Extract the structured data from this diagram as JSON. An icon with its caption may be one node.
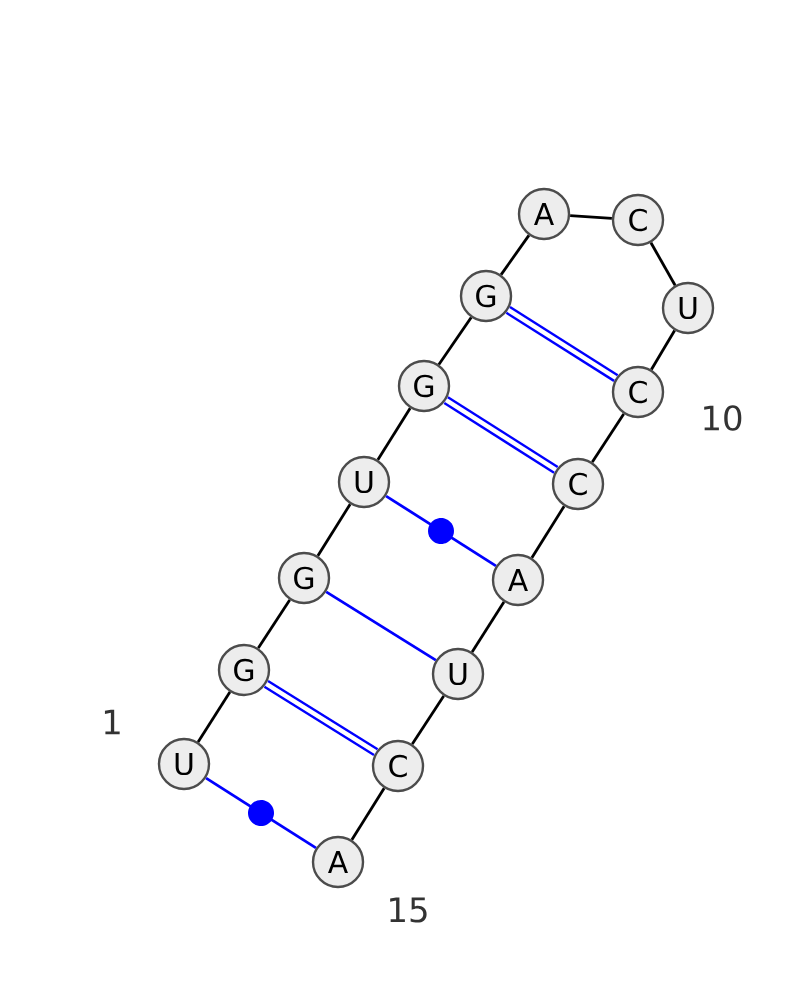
{
  "diagram": {
    "nodes": [
      {
        "text": [
          "U"
        ]
      },
      {
        "text": [
          "G"
        ]
      },
      {
        "text": [
          "G"
        ]
      },
      {
        "text": [
          "U"
        ]
      },
      {
        "text": [
          "G"
        ]
      },
      {
        "text": [
          "G"
        ]
      },
      {
        "text": [
          "A"
        ]
      },
      {
        "text": [
          "C"
        ]
      },
      {
        "text": [
          "U"
        ]
      },
      {
        "text": [
          "C"
        ]
      },
      {
        "text": [
          "C"
        ]
      },
      {
        "text": [
          "A"
        ]
      },
      {
        "text": [
          "U"
        ]
      },
      {
        "text": [
          "C"
        ]
      },
      {
        "text": [
          "A"
        ]
      }
    ],
    "edges": [
      {
        "from": 0,
        "to": 1,
        "arrow": "none"
      },
      {
        "from": 1,
        "to": 2,
        "arrow": "none"
      },
      {
        "from": 2,
        "to": 3,
        "arrow": "none"
      },
      {
        "from": 3,
        "to": 4,
        "arrow": "none"
      },
      {
        "from": 4,
        "to": 5,
        "arrow": "none"
      },
      {
        "from": 5,
        "to": 6,
        "arrow": "none"
      },
      {
        "from": 6,
        "to": 7,
        "arrow": "none"
      },
      {
        "from": 7,
        "to": 8,
        "arrow": "none"
      },
      {
        "from": 8,
        "to": 9,
        "arrow": "none"
      },
      {
        "from": 9,
        "to": 10,
        "arrow": "none"
      },
      {
        "from": 10,
        "to": 11,
        "arrow": "none"
      },
      {
        "from": 11,
        "to": 12,
        "arrow": "none"
      },
      {
        "from": 12,
        "to": 13,
        "arrow": "none"
      },
      {
        "from": 13,
        "to": 14,
        "arrow": "none"
      },
      {
        "from": 0,
        "to": 14,
        "arrow": "none",
        "color": "#0000ff"
      },
      {
        "from": 1,
        "to": 13,
        "arrow": "none",
        "style": "thick",
        "color": "#0000ff"
      },
      {
        "from": 2,
        "to": 12,
        "arrow": "none",
        "color": "#0000ff"
      },
      {
        "from": 3,
        "to": 11,
        "arrow": "none",
        "color": "#0000ff"
      },
      {
        "from": 4,
        "to": 10,
        "arrow": "none",
        "style": "thick",
        "color": "#0000ff"
      },
      {
        "from": 5,
        "to": 9,
        "arrow": "none",
        "style": "thick",
        "color": "#0000ff"
      }
    ],
    "labels": [
      "1",
      "10",
      "15"
    ]
  }
}
